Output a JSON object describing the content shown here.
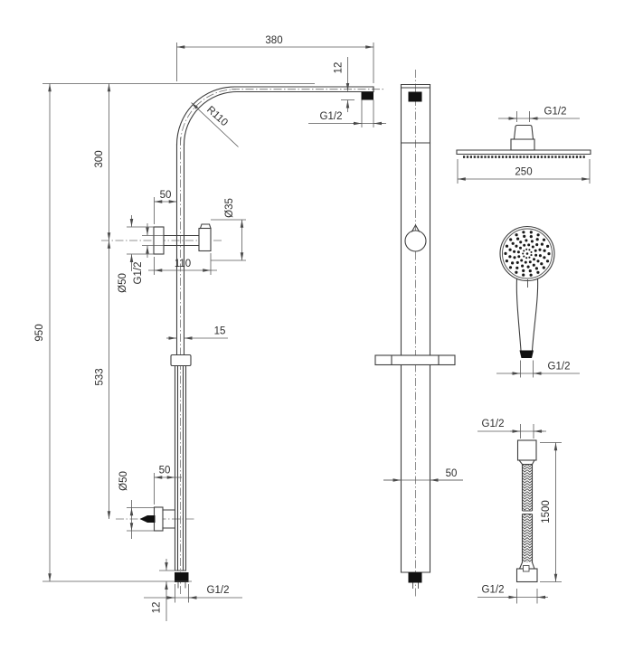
{
  "front_view": {
    "dims": {
      "top_width": "380",
      "top_thread_length": "12",
      "top_thread": "G1/2",
      "bend_radius": "R110",
      "upper_height": "300",
      "overall_height": "950",
      "upper_bracket_offset": "50",
      "elbow_diameter": "Ø35",
      "upper_flange_diameter": "Ø50",
      "upper_bracket_thread": "G1/2",
      "bracket_length": "110",
      "rail_diameter": "15",
      "lower_height": "533",
      "lower_flange_diameter": "Ø50",
      "lower_bracket_offset": "50",
      "bottom_thread_length": "12",
      "bottom_thread": "G1/2"
    }
  },
  "side_view": {
    "dims": {
      "column_width": "50"
    }
  },
  "head_top_view": {
    "dims": {
      "thread": "G1/2",
      "head_width": "250"
    }
  },
  "hand_shower_view": {
    "dims": {
      "thread": "G1/2"
    }
  },
  "hose_view": {
    "dims": {
      "top_thread": "G1/2",
      "length": "1500",
      "bottom_thread": "G1/2"
    }
  }
}
